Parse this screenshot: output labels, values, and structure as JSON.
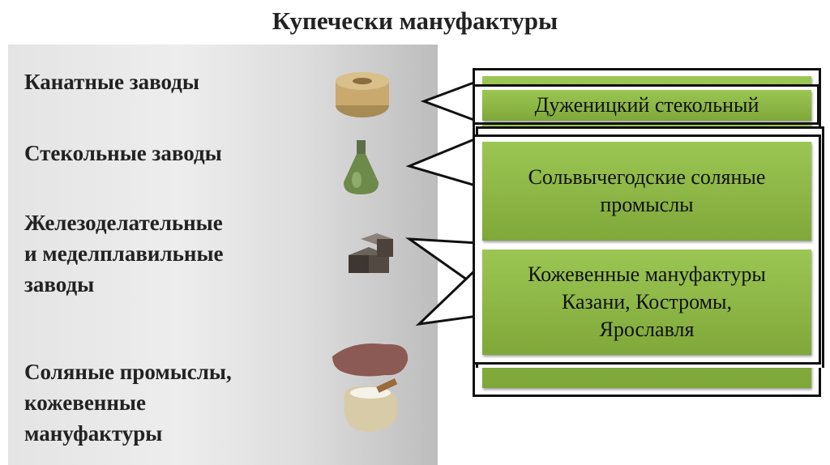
{
  "title": "Купечески мануфактуры",
  "categories": [
    {
      "label": "Канатные заводы",
      "icon": "rope-icon"
    },
    {
      "label": "Стекольные заводы",
      "icon": "glass-flask-icon"
    },
    {
      "label": "Железоделательные\nи меделплавильные\nзаводы",
      "icon": "metal-ingots-icon"
    },
    {
      "label": "Соляные промыслы,\nкожевенные\nмануфактуры",
      "icon": "leather-and-salt-sack-icon"
    }
  ],
  "callouts": {
    "hidden_glass": "Дуженицкий стекольный",
    "salt": "Сольвычегодские соляные\nпромыслы",
    "leather": "Кожевенные мануфактуры\nКазани, Костромы,\nЯрославля"
  },
  "colors": {
    "green": "#8db646"
  }
}
